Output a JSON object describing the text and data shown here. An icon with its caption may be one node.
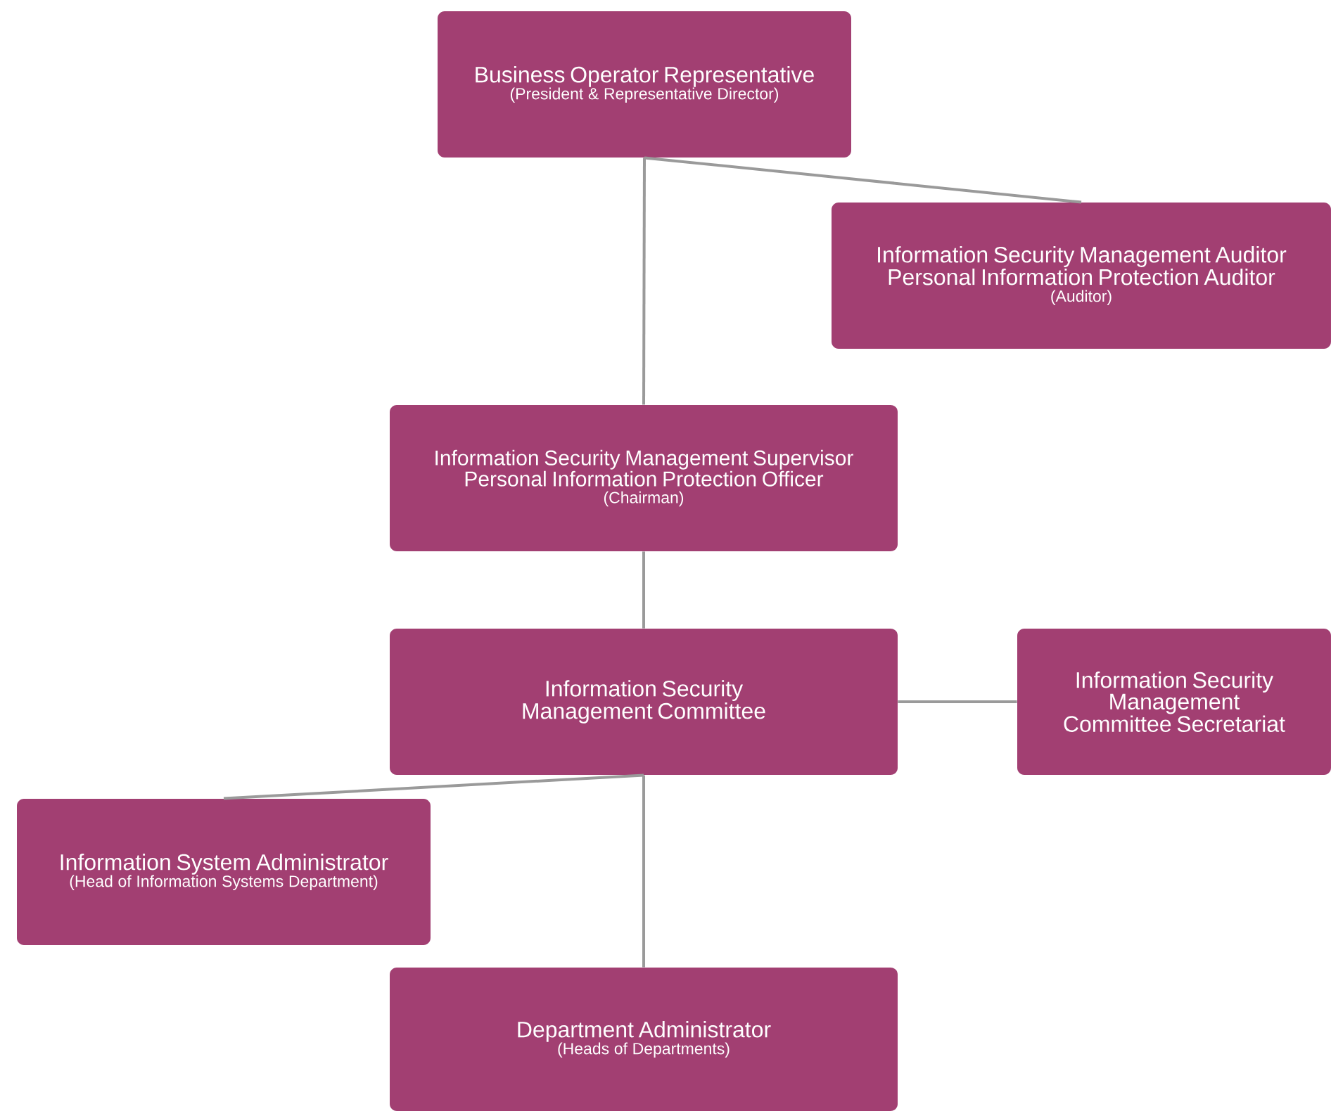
{
  "diagram": {
    "nodes": [
      {
        "text": [
          "Business Operator Representative",
          "(President & Representative Director)"
        ]
      },
      {
        "text": [
          "Information Security Management Auditor",
          "Personal Information Protection Auditor",
          "(Auditor)"
        ]
      },
      {
        "text": [
          "Information Security Management Supervisor",
          "Personal Information Protection Officer",
          "(Chairman)"
        ]
      },
      {
        "text": [
          "Information Security Management Committee"
        ]
      },
      {
        "text": [
          "Information Security Management Committee Secretariat"
        ]
      },
      {
        "text": [
          "Information System Administrator",
          "(Head of Information Systems Department)"
        ]
      },
      {
        "text": [
          "Department Administrator",
          "(Heads of Departments)"
        ]
      }
    ],
    "edges": [
      {
        "from": 0,
        "to": 2,
        "arrow": "none"
      },
      {
        "from": 0,
        "to": 1,
        "arrow": "none"
      },
      {
        "from": 2,
        "to": 3,
        "arrow": "none"
      },
      {
        "from": 3,
        "to": 4,
        "arrow": "none"
      },
      {
        "from": 3,
        "to": 5,
        "arrow": "none"
      },
      {
        "from": 3,
        "to": 6,
        "arrow": "none"
      }
    ]
  }
}
